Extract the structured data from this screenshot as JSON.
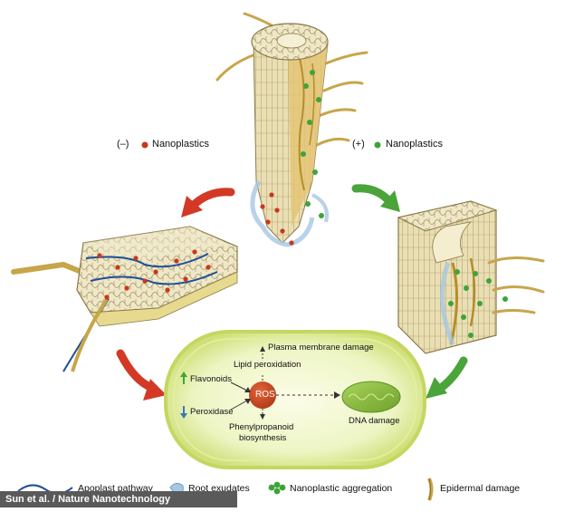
{
  "labels": {
    "neg_prefix": "(–)",
    "neg_nano": "Nanoplastics",
    "pos_prefix": "(+)",
    "pos_nano": "Nanoplastics",
    "plasma": "Plasma membrane damage",
    "lipid": "Lipid peroxidation",
    "flavonoids": "Flavonoids",
    "peroxidase": "Peroxidase",
    "ros": "ROS",
    "phenyl1": "Phenylpropanoid",
    "phenyl2": "biosynthesis",
    "dna": "DNA damage"
  },
  "legend": {
    "apoplast": "Apoplast pathway",
    "exudates": "Root exudates",
    "aggregation": "Nanoplastic aggregation",
    "epidermal": "Epidermal damage"
  },
  "credit": "Sun et al. / Nature Nanotechnology",
  "colors": {
    "red_arrow": "#d23a26",
    "green_arrow": "#4aa43a",
    "cell_fill": "#eef3c2",
    "cell_border": "#c6d660",
    "ros": "#c8461e",
    "dna_body": "#8cbf3f",
    "nano_red": "#c8381a",
    "nano_green": "#3fa33a",
    "apoplast_blue": "#1f4e9a"
  }
}
